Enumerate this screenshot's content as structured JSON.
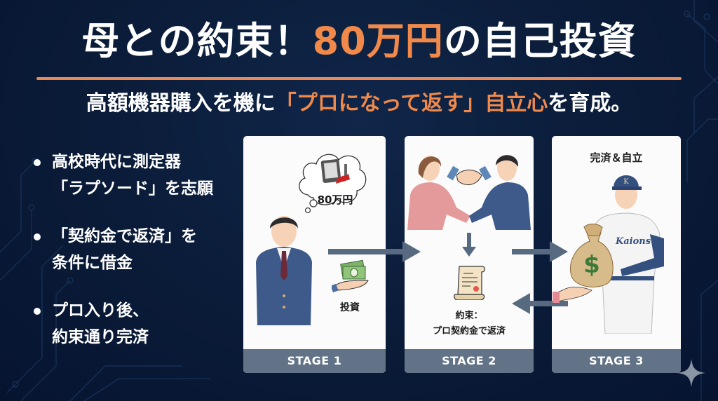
{
  "header": {
    "title_part1": "母との約束！",
    "title_accent": "80万円",
    "title_part2": "の自己投資",
    "subtitle_part1": "高額機器購入を機に",
    "subtitle_accent1": "「プロになって返す」",
    "subtitle_accent2": "自立心",
    "subtitle_part2": "を育成。"
  },
  "bullets": [
    {
      "text": "高校時代に測定器\n「ラプソード」を志願"
    },
    {
      "text": "「契約金で返済」を\n条件に借金"
    },
    {
      "text": "プロ入り後、\n約束通り完済"
    }
  ],
  "stages": [
    {
      "label": "STAGE 1",
      "thought_amount": "80万円",
      "invest_label": "投資"
    },
    {
      "label": "STAGE 2",
      "promise_label": "約束：\nプロ契約金で返済"
    },
    {
      "label": "STAGE 3",
      "caption": "完済＆自立",
      "jersey_text": "Kaions",
      "cap_letter": "K"
    }
  ],
  "colors": {
    "background": "#0b1d3a",
    "accent_orange": "#f0894a",
    "stage_footer": "#627387",
    "arrow": "#586a80"
  },
  "icons": [
    "device-icon",
    "money-hand-icon",
    "handshake-icon",
    "scroll-icon",
    "money-bag-icon",
    "sparkle-icon"
  ]
}
